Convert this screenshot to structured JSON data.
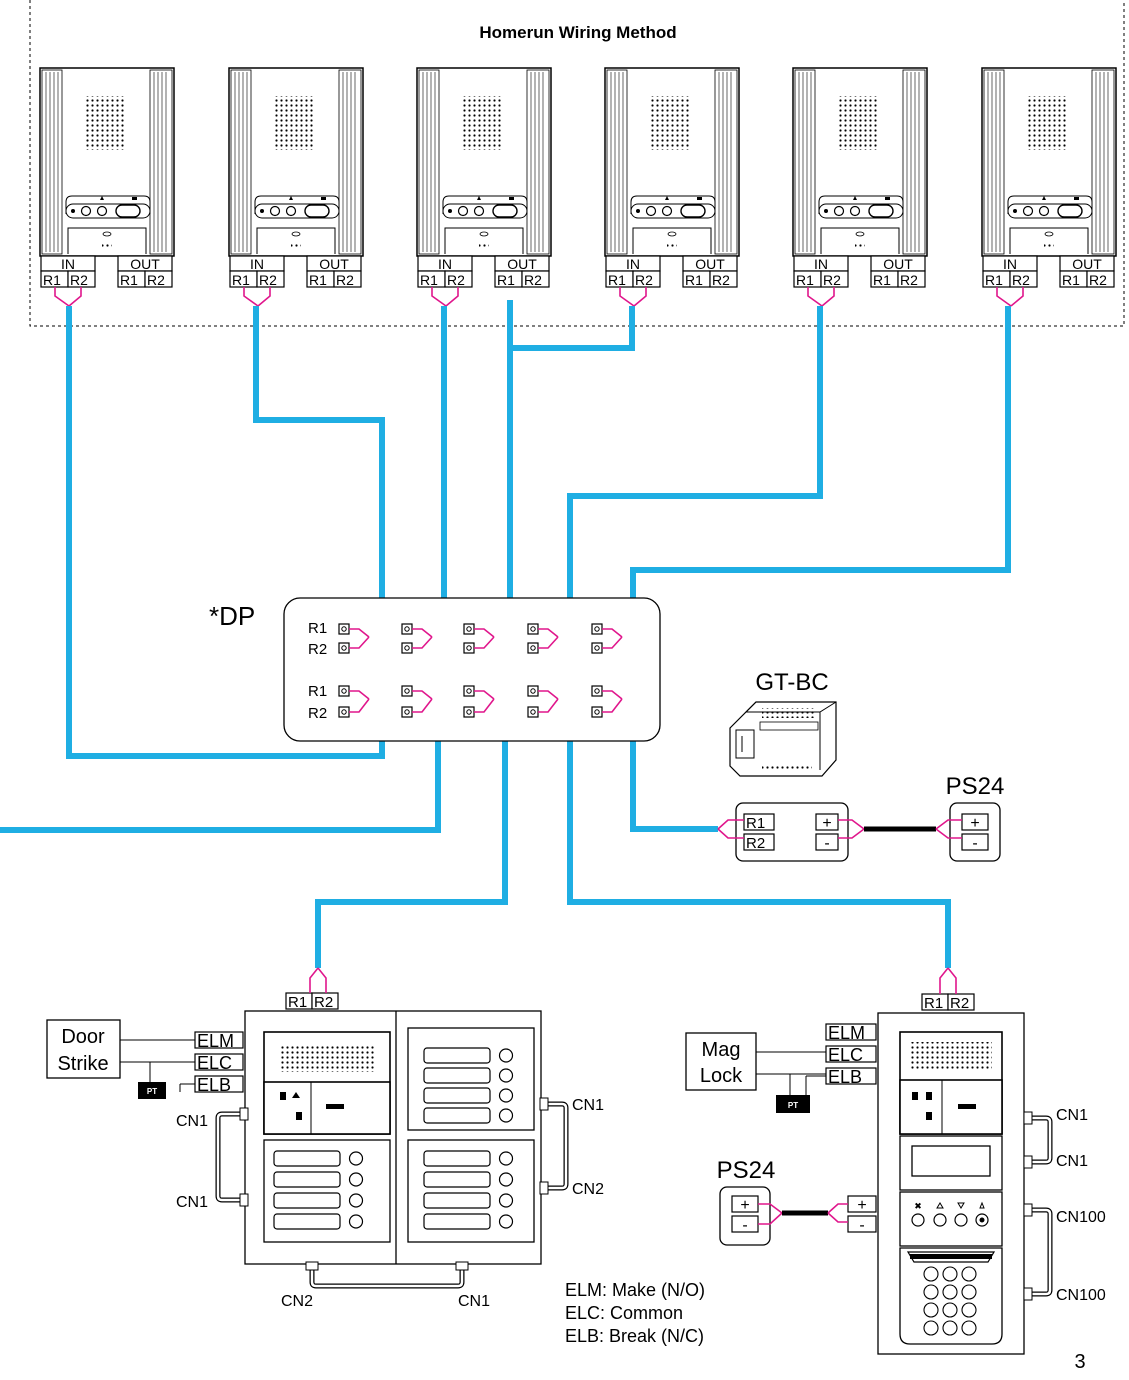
{
  "title": "Homerun Wiring Method",
  "page_number": "3",
  "distribution_point": {
    "label": "*DP",
    "terminal_r1": "R1",
    "terminal_r2": "R2"
  },
  "handset": {
    "in_label": "IN",
    "out_label": "OUT",
    "r1": "R1",
    "r2": "R2",
    "count": 6
  },
  "bus_control": {
    "label": "GT-BC",
    "r1": "R1",
    "r2": "R2",
    "plus": "+",
    "minus": "-"
  },
  "power_supplies": [
    {
      "label": "PS24",
      "plus": "+",
      "minus": "-"
    },
    {
      "label": "PS24",
      "plus": "+",
      "minus": "-"
    }
  ],
  "left_station": {
    "r1": "R1",
    "r2": "R2",
    "lock_device_line1": "Door",
    "lock_device_line2": "Strike",
    "elm": "ELM",
    "elc": "ELC",
    "elb": "ELB",
    "pt": "PT",
    "connectors": {
      "left_top": "CN1",
      "left_bottom": "CN1",
      "right_top": "CN1",
      "right_bottom": "CN2",
      "bottom_left": "CN2",
      "bottom_right": "CN1"
    }
  },
  "right_station": {
    "r1": "R1",
    "r2": "R2",
    "lock_device_line1": "Mag",
    "lock_device_line2": "Lock",
    "elm": "ELM",
    "elc": "ELC",
    "elb": "ELB",
    "pt": "PT",
    "connectors": {
      "top": "CN1",
      "second": "CN1",
      "third": "CN100",
      "fourth": "CN100"
    }
  },
  "legend": [
    "ELM: Make (N/O)",
    "ELC: Common",
    "ELB: Break (N/C)"
  ],
  "colors": {
    "wire": "#1faee3",
    "conductor": "#e0168c",
    "outline": "#000000"
  }
}
